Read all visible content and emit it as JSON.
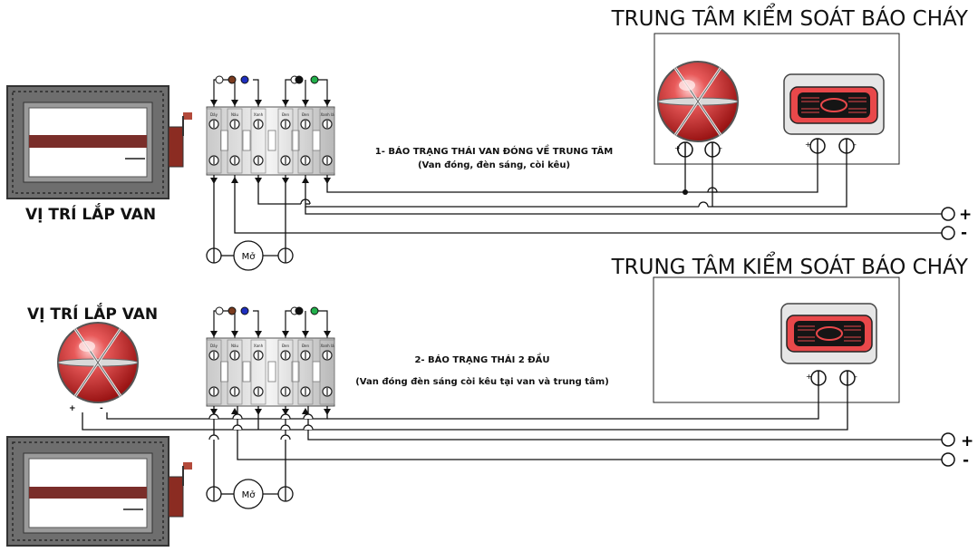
{
  "top_panel": {
    "center_title": "TRUNG TÂM KIỂM SOÁT BÁO CHÁY",
    "valve_location_label": "VỊ TRÍ LẮP VAN",
    "description_line1": "1- BÁO TRẠNG THÁI VAN ĐÓNG VỀ TRUNG TÂM",
    "description_line2": "(Van đóng, đèn sáng, còi kêu)",
    "motor_label": "Mở",
    "plus_sign": "+",
    "minus_sign": "-"
  },
  "bottom_panel": {
    "center_title": "TRUNG TÂM KIỂM SOÁT BÁO CHÁY",
    "valve_location_label": "VỊ TRÍ LẮP VAN",
    "description_line1": "2- BÁO TRẠNG THÁI 2 ĐẦU",
    "description_line2": "(Van đóng đèn sáng còi kêu tại van và trung tâm)",
    "motor_label": "Mở",
    "plus_sign": "+",
    "minus_sign": "-"
  },
  "terminal_labels": [
    "Dây",
    "Nâu",
    "Xanh",
    "Đen",
    "Đen",
    "Xanh lá"
  ],
  "colors": {
    "wire_dot_brown": "#7a3b1e",
    "wire_dot_blue": "#1f2fbf",
    "wire_dot_black": "#111111",
    "wire_dot_green": "#22b04b",
    "lamp_red": "#e23a3a",
    "horn_red": "#e8484a",
    "damper_gray": "#6e6e6e",
    "damper_stripe": "#7a2e2a"
  }
}
